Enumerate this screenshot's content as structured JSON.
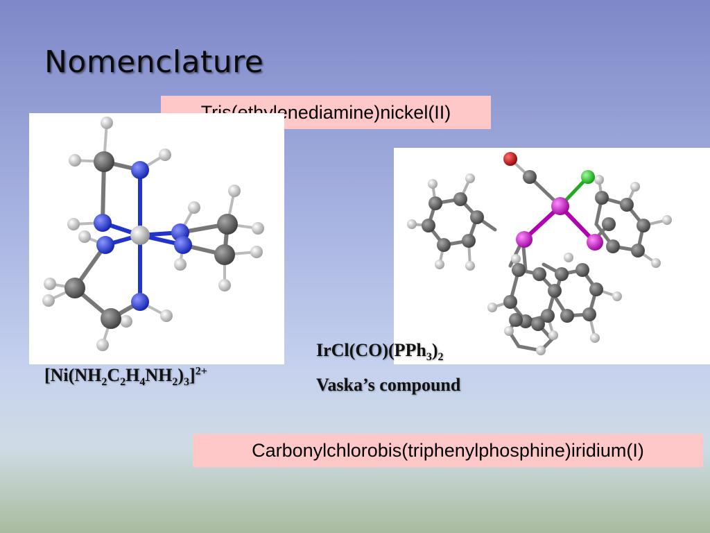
{
  "slide": {
    "title": "Nomenclature",
    "ni_name": "Tris(ethylenediamine)nickel(II)",
    "ir_name": "Carbonylchlorobis(triphenylphosphine)iridium(I)",
    "ni_formula": {
      "parts": [
        "[Ni(NH",
        "2",
        "C",
        "2",
        "H",
        "4",
        "NH",
        "2",
        ")",
        "3",
        "]",
        "2+"
      ]
    },
    "ir_formula": {
      "parts": [
        "IrCl(CO)(PPh",
        "3",
        ")",
        "2"
      ]
    },
    "ir_common_name": "Vaska’s compound"
  },
  "colors": {
    "label_box": "#ffc8c8",
    "nitrogen": "#2233cc",
    "carbon": "#5a5a5a",
    "hydrogen": "#d0d0d0",
    "nickel": "#c0c0c0",
    "iridium": "#d400d4",
    "phosphorus": "#d400d4",
    "chlorine": "#22cc22",
    "oxygen": "#cc0000"
  }
}
